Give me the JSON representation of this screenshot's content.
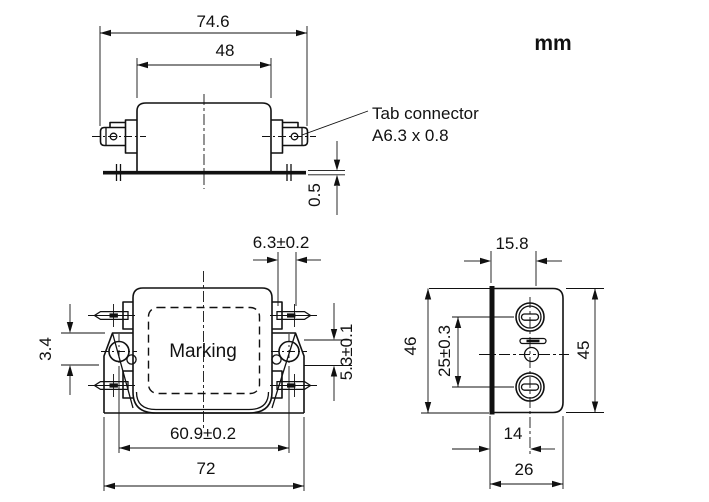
{
  "drawing": {
    "units_label": "mm",
    "callout": {
      "line1": "Tab connector",
      "line2": "A6.3 x 0.8"
    },
    "top_view": {
      "dim_overall_width": "74.6",
      "dim_body_width": "48",
      "dim_plate_thickness": "0.5"
    },
    "front_view": {
      "marking_label": "Marking",
      "dim_tab_width": "6.3±0.2",
      "dim_hole_offset_left": "3.4",
      "dim_hole_offset_right": "5.3±0.1",
      "dim_hole_spacing": "60.9±0.2",
      "dim_plate_width": "72"
    },
    "side_view": {
      "dim_face_to_tab": "15.8",
      "dim_plate_height": "46",
      "dim_terminal_spacing": "25±0.3",
      "dim_body_height": "45",
      "dim_face_to_centerline": "14",
      "dim_body_depth": "26"
    }
  }
}
